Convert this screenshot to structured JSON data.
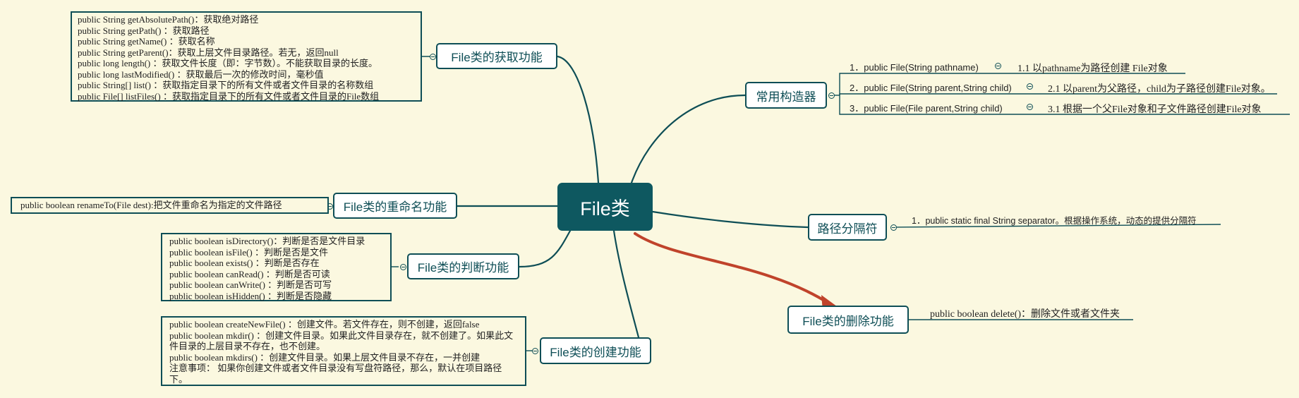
{
  "central": "File类",
  "branches": {
    "get": "File类的获取功能",
    "rename": "File类的重命名功能",
    "judge": "File类的判断功能",
    "create": "File类的创建功能",
    "constructor": "常用构造器",
    "separator": "路径分隔符",
    "delete": "File类的删除功能"
  },
  "get_methods": [
    "public String getAbsolutePath()：获取绝对路径",
    "public String getPath() ：获取路径",
    "public String getName() ：获取名称",
    "public String getParent()：获取上层文件目录路径。若无，返回null",
    "public long length() ：获取文件长度（即：字节数）。不能获取目录的长度。",
    "public long lastModified() ：获取最后一次的修改时间，毫秒值",
    "public String[] list() ：获取指定目录下的所有文件或者文件目录的名称数组",
    "public File[] listFiles() ：获取指定目录下的所有文件或者文件目录的File数组"
  ],
  "rename_method": "public boolean renameTo(File dest):把文件重命名为指定的文件路径",
  "judge_methods": [
    "public boolean isDirectory()：判断是否是文件目录",
    "public boolean isFile() ：判断是否是文件",
    "public boolean exists() ：判断是否存在",
    "public boolean canRead() ：判断是否可读",
    "public boolean canWrite() ：判断是否可写",
    "public boolean isHidden() ：判断是否隐藏"
  ],
  "create_methods": [
    "public boolean createNewFile() ：创建文件。若文件存在，则不创建，返回false",
    "public boolean mkdir() ：创建文件目录。如果此文件目录存在，就不创建了。如果此文件目录的上层目录不存在，也不创建。",
    "public boolean mkdirs() ：创建文件目录。如果上层文件目录不存在，一并创建",
    "注意事项： 如果你创建文件或者文件目录没有写盘符路径，那么，默认在项目路径下。"
  ],
  "constructors": [
    {
      "sig": "1．public File(String pathname)",
      "desc": "1.1 以pathname为路径创建 File对象"
    },
    {
      "sig": "2．public File(String parent,String child)",
      "desc": "2.1 以parent为父路径，child为子路径创建File对象。"
    },
    {
      "sig": "3．public File(File parent,String child)",
      "desc": "3.1 根据一个父File对象和子文件路径创建File对象"
    }
  ],
  "separator_item": "1．public static final String separator。根据操作系统，动态的提供分隔符",
  "delete_item": "public boolean delete()：删除文件或者文件夹",
  "colors": {
    "background": "#fbf8e0",
    "central": "#0e5860",
    "line": "#0e4e56",
    "arrow": "#c0432b"
  }
}
